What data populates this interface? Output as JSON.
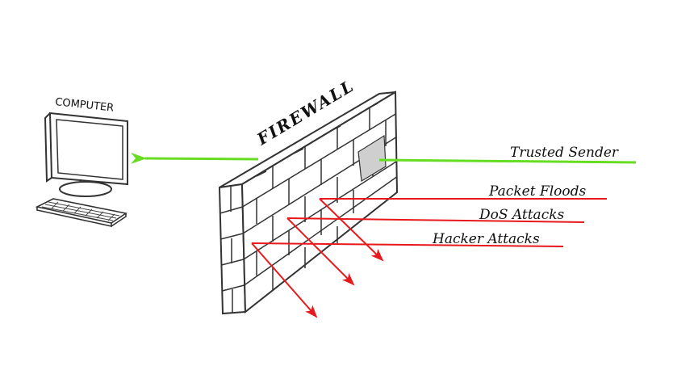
{
  "computer": {
    "label": "COMPUTER"
  },
  "firewall": {
    "label": "FIREWALL"
  },
  "traffic": {
    "trusted": {
      "label": "Trusted Sender"
    },
    "threats": [
      {
        "label": "Packet Floods"
      },
      {
        "label": "DoS Attacks"
      },
      {
        "label": "Hacker Attacks"
      }
    ]
  },
  "colors": {
    "trusted": "#66dd22",
    "threat": "#e8191c",
    "outline": "#333333",
    "wall_fill": "#ffffff"
  },
  "icons": {
    "computer": "desktop-monitor-icon",
    "keyboard": "keyboard-icon"
  }
}
